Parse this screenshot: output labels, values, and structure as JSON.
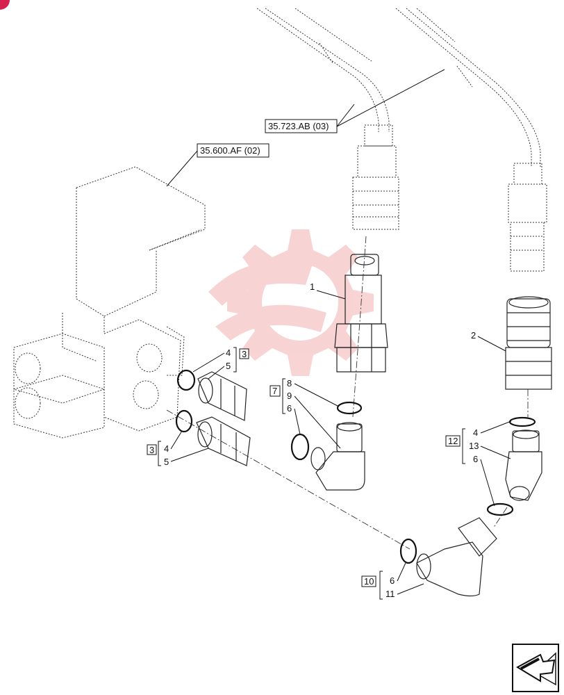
{
  "references": {
    "ref1": "35.723.AB (03)",
    "ref2": "35.600.AF (02)"
  },
  "callouts": {
    "c1": "1",
    "c2": "2",
    "groupA_box": "3",
    "groupA_4": "4",
    "groupA_5": "5",
    "groupB_box": "3",
    "groupB_4": "4",
    "groupB_5": "5",
    "groupC_box": "7",
    "groupC_8": "8",
    "groupC_9": "9",
    "groupC_6": "6",
    "groupD_box": "12",
    "groupD_4": "4",
    "groupD_13": "13",
    "groupD_6": "6",
    "groupE_box": "10",
    "groupE_6": "6",
    "groupE_11": "11"
  },
  "colors": {
    "corner_marker": "#d6204e",
    "watermark": "#e33b3b"
  },
  "icons": {
    "navigation": "previous-page-arrow-icon"
  }
}
